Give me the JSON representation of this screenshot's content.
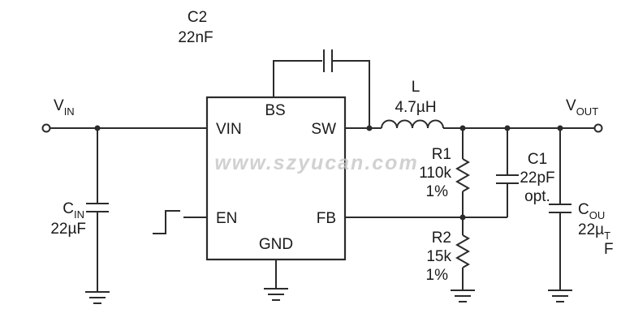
{
  "watermark": {
    "text": "www.szyucan.com"
  },
  "colors": {
    "wire": "#2b2b2b",
    "text": "#1a1a1a",
    "watermark": "#c6c6c6"
  },
  "ic": {
    "pins": {
      "vin": "VIN",
      "bs": "BS",
      "sw": "SW",
      "en": "EN",
      "fb": "FB",
      "gnd": "GND"
    }
  },
  "terminals": {
    "vin": {
      "main": "V",
      "sub": "IN"
    },
    "vout": {
      "main": "V",
      "sub": "OUT"
    }
  },
  "components": {
    "c2": {
      "name": "C2",
      "value": "22nF"
    },
    "inductor": {
      "name": "L",
      "value": "4.7µH"
    },
    "r1": {
      "name": "R1",
      "value": "110k",
      "tolerance": "1%"
    },
    "r2": {
      "name": "R2",
      "value": "15k",
      "tolerance": "1%"
    },
    "c1": {
      "name": "C1",
      "value": "22pF",
      "note": "opt."
    },
    "cin": {
      "name_main": "C",
      "name_sub": "IN",
      "value": "22µF"
    },
    "cout": {
      "name_main": "C",
      "name_sub": "OU",
      "value_main": "22µ",
      "value_sub": "T",
      "value_tail": "F"
    }
  }
}
